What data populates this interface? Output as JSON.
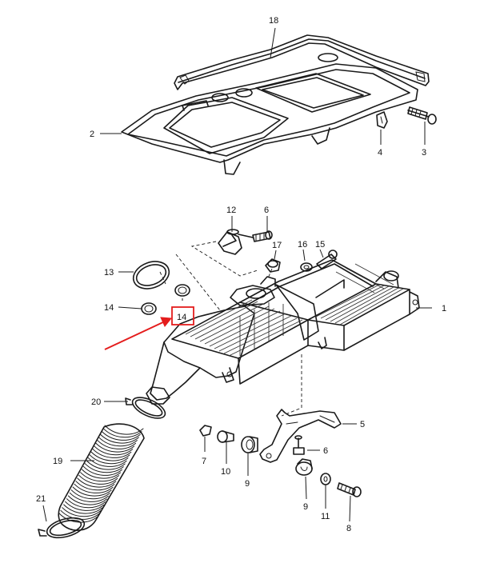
{
  "callouts": {
    "c1": "1",
    "c2": "2",
    "c3": "3",
    "c4": "4",
    "c5": "5",
    "c6a": "6",
    "c6b": "6",
    "c7": "7",
    "c8": "8",
    "c9a": "9",
    "c9b": "9",
    "c10": "10",
    "c11": "11",
    "c12": "12",
    "c13": "13",
    "c14a": "14",
    "c14b": "14",
    "c15": "15",
    "c16": "16",
    "c17": "17",
    "c18": "18",
    "c19": "19",
    "c20": "20",
    "c21": "21"
  },
  "highlight": {
    "part": "14",
    "color": "#e41d1d"
  }
}
